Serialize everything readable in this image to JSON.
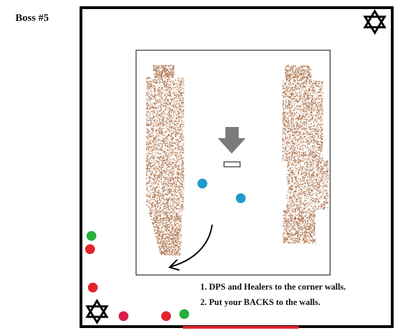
{
  "title": "Boss #5",
  "instructions": [
    "1.  DPS and Healers to the corner walls.",
    "2.  Put your BACKS to the walls."
  ],
  "colors": {
    "wall": "#000000",
    "inner_box": "#000000",
    "sand": "#a86a3f",
    "blue_marker": "#1e9bc8",
    "green_marker": "#27ae3c",
    "red_marker": "#e3242b",
    "crimson_marker": "#d6204a",
    "arrow_gray": "#7a7a7a",
    "tank_line": "#e3242b"
  },
  "icons": [
    "star-of-david-icon",
    "down-arrow-icon",
    "curved-arrow-icon"
  ]
}
